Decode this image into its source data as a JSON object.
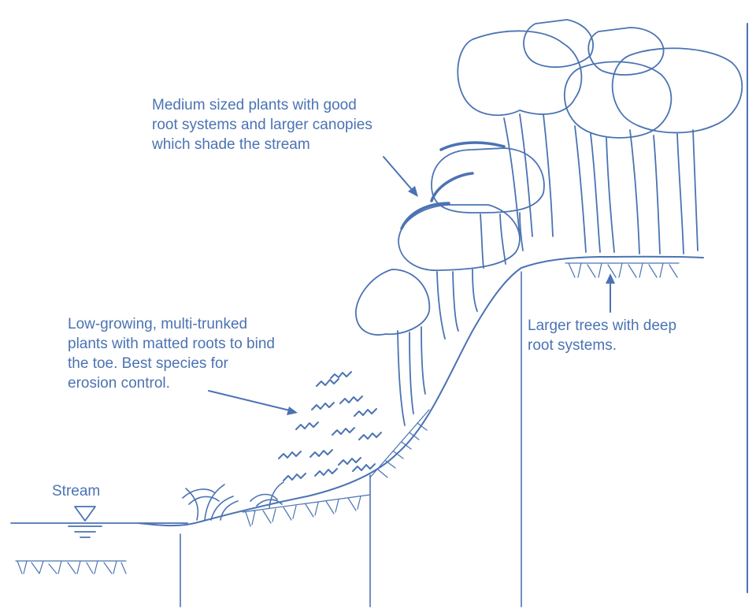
{
  "labels": {
    "stream": "Stream",
    "medium": [
      "Medium sized plants with good",
      "root systems and larger canopies",
      "which shade the stream"
    ],
    "low": [
      "Low-growing, multi-trunked",
      "plants with matted roots to bind",
      "the toe.  Best species for",
      "erosion control."
    ],
    "larger": [
      "Larger trees with deep",
      "root systems."
    ]
  },
  "colors": {
    "ink": "#4b73b3",
    "background": "#ffffff"
  }
}
